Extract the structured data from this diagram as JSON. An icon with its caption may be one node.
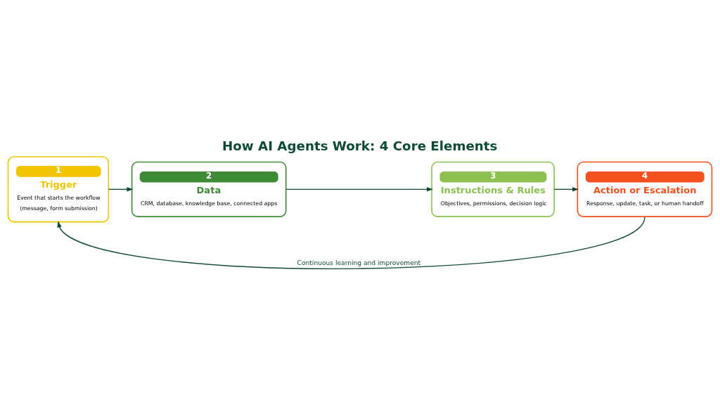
{
  "diagram": {
    "title": "How AI Agents Work: 4 Core Elements",
    "nodes": [
      {
        "text": [
          "1",
          "Trigger",
          "Event that starts the workflow",
          "(message, form submission)"
        ]
      },
      {
        "text": [
          "2",
          "Data",
          "CRM, database, knowledge base, connected apps"
        ]
      },
      {
        "text": [
          "3",
          "Instructions & Rules",
          "Objectives, permissions, decision logic"
        ]
      },
      {
        "text": [
          "4",
          "Action or Escalation",
          "Response, update, task, or human handoff"
        ]
      }
    ],
    "edges": [
      {
        "from": 0,
        "to": 1,
        "arrow": "to"
      },
      {
        "from": 1,
        "to": 2,
        "arrow": "to"
      },
      {
        "from": 2,
        "to": 3,
        "arrow": "to"
      },
      {
        "from": 3,
        "to": 0,
        "arrow": "to",
        "label": "Continuous learning and improvement"
      }
    ]
  }
}
